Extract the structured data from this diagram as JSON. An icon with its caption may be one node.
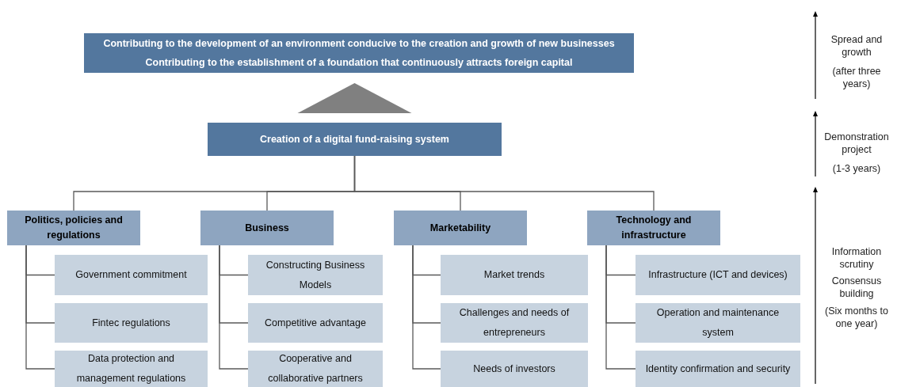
{
  "diagram": {
    "nodes": [
      {
        "text": [
          "Contributing to the development of an environment conducive to the creation and growth of new businesses",
          "Contributing to the establishment of a foundation that continuously attracts foreign capital"
        ]
      },
      {
        "text": [
          "Creation of a digital fund-raising system"
        ]
      },
      {
        "text": [
          "Politics, policies and regulations"
        ]
      },
      {
        "text": [
          "Government commitment"
        ]
      },
      {
        "text": [
          "Fintec regulations"
        ]
      },
      {
        "text": [
          "Data protection and management regulations"
        ]
      },
      {
        "text": [
          "Business"
        ]
      },
      {
        "text": [
          "Constructing Business Models"
        ]
      },
      {
        "text": [
          "Competitive advantage"
        ]
      },
      {
        "text": [
          "Cooperative and collaborative partners"
        ]
      },
      {
        "text": [
          "Marketability"
        ]
      },
      {
        "text": [
          "Market trends"
        ]
      },
      {
        "text": [
          "Challenges and needs of entrepreneurs"
        ]
      },
      {
        "text": [
          "Needs of investors"
        ]
      },
      {
        "text": [
          "Technology and infrastructure"
        ]
      },
      {
        "text": [
          "Infrastructure (ICT and devices)"
        ]
      },
      {
        "text": [
          "Operation and maintenance system"
        ]
      },
      {
        "text": [
          "Identity confirmation and security"
        ]
      }
    ],
    "edges": [
      {
        "from": 1,
        "to": 0,
        "arrow": "to"
      },
      {
        "from": 1,
        "to": 2,
        "arrow": "none"
      },
      {
        "from": 1,
        "to": 6,
        "arrow": "none"
      },
      {
        "from": 1,
        "to": 10,
        "arrow": "none"
      },
      {
        "from": 1,
        "to": 14,
        "arrow": "none"
      },
      {
        "from": 2,
        "to": 3,
        "arrow": "none"
      },
      {
        "from": 2,
        "to": 4,
        "arrow": "none"
      },
      {
        "from": 2,
        "to": 5,
        "arrow": "none"
      },
      {
        "from": 6,
        "to": 7,
        "arrow": "none"
      },
      {
        "from": 6,
        "to": 8,
        "arrow": "none"
      },
      {
        "from": 6,
        "to": 9,
        "arrow": "none"
      },
      {
        "from": 10,
        "to": 11,
        "arrow": "none"
      },
      {
        "from": 10,
        "to": 12,
        "arrow": "none"
      },
      {
        "from": 10,
        "to": 13,
        "arrow": "none"
      },
      {
        "from": 14,
        "to": 15,
        "arrow": "none"
      },
      {
        "from": 14,
        "to": 16,
        "arrow": "none"
      },
      {
        "from": 14,
        "to": 17,
        "arrow": "none"
      }
    ],
    "labels": [
      "Spread and growth",
      "(after three years)",
      "Demonstration project",
      "(1-3 years)",
      "Information scrutiny",
      "Consensus building",
      "(Six months to one year)"
    ]
  }
}
